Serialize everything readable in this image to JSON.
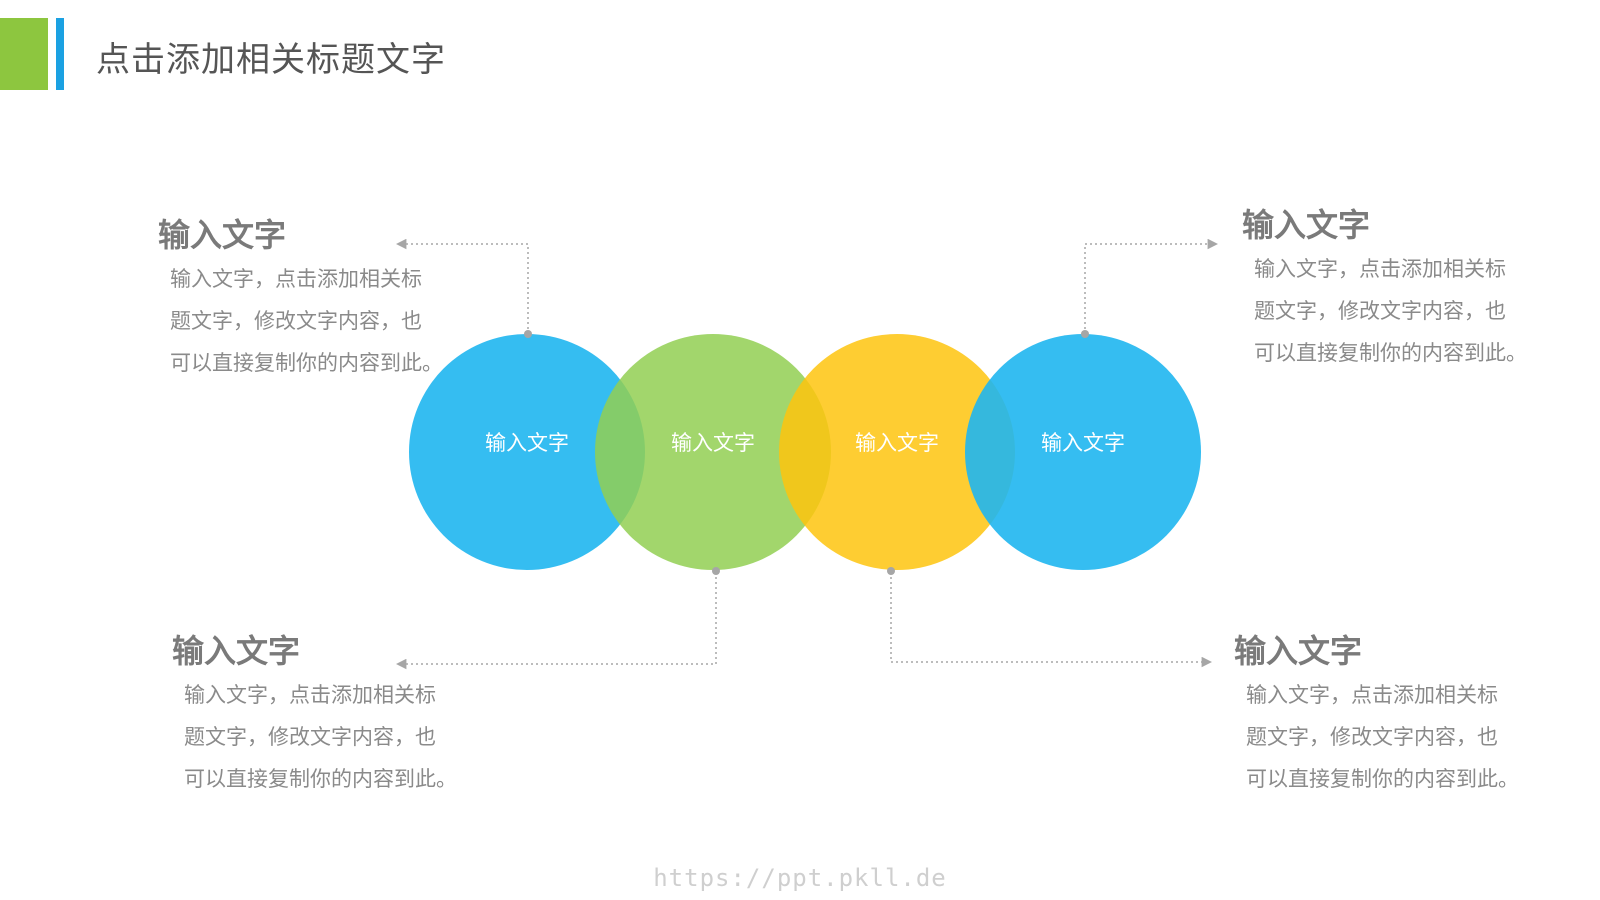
{
  "header": {
    "title": "点击添加相关标题文字"
  },
  "colors": {
    "accent_green": "#8dc63f",
    "accent_blue": "#1ba1e2",
    "circle_blue": "#1fb6ef",
    "circle_green": "#92cf52",
    "circle_yellow": "#fec40e"
  },
  "circles": [
    {
      "label": "输入文字",
      "color": "#1fb6ef"
    },
    {
      "label": "输入文字",
      "color": "#92cf52"
    },
    {
      "label": "输入文字",
      "color": "#fec40e"
    },
    {
      "label": "输入文字",
      "color": "#1fb6ef"
    }
  ],
  "blocks": {
    "top_left": {
      "heading": "输入文字",
      "body": "输入文字，点击添加相关标\n题文字，修改文字内容，也\n可以直接复制你的内容到此。"
    },
    "top_right": {
      "heading": "输入文字",
      "body": "输入文字，点击添加相关标\n题文字，修改文字内容，也\n可以直接复制你的内容到此。"
    },
    "bottom_left": {
      "heading": "输入文字",
      "body": "输入文字，点击添加相关标\n题文字，修改文字内容，也\n可以直接复制你的内容到此。"
    },
    "bottom_right": {
      "heading": "输入文字",
      "body": "输入文字，点击添加相关标\n题文字，修改文字内容，也\n可以直接复制你的内容到此。"
    }
  },
  "watermark": "https://ppt.pkll.de"
}
